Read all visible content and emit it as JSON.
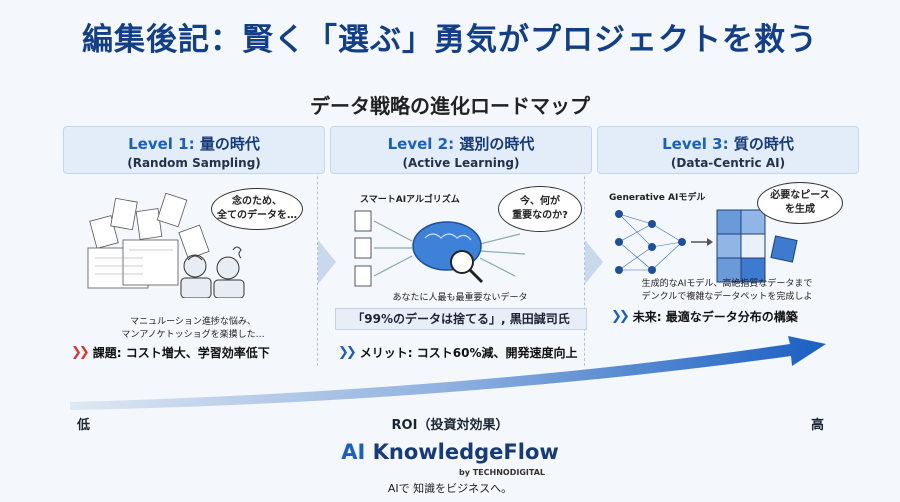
{
  "title": "編集後記：賢く「選ぶ」勇気がプロジェクトを救う",
  "subtitle": "データ戦略の進化ロードマップ",
  "levels": [
    {
      "level": "Level 1:",
      "name": "量の時代",
      "sub": "(Random Sampling)",
      "bubble": [
        "念のため、",
        "全てのデータを…"
      ],
      "desc": [
        "マニュルーション進捗な悩み、",
        "マンアノケトッショグを楽摸した…"
      ],
      "bullet_label": "課題:",
      "bullet_text": "コスト増大、学習効率低下"
    },
    {
      "level": "Level 2:",
      "name": "選別の時代",
      "sub": "(Active Learning)",
      "caption": "スマートAIアルゴリズム",
      "bubble": [
        "今、何が",
        "重要なのか?"
      ],
      "desc": [
        "あなたに人最も最重要ないデータ"
      ],
      "quote": "「99%のデータは捨てる」, 黒田誠司氏",
      "bullet_label": "メリット:",
      "bullet_text": "コスト60%減、開発速度向上"
    },
    {
      "level": "Level 3:",
      "name": "質の時代",
      "sub": "(Data-Centric AI)",
      "caption": "Generative AIモデル",
      "bubble": [
        "必要なピース",
        "を生成"
      ],
      "desc": [
        "生成的なAIモデル、高絶指質なデータまで",
        "デンクルで複雑なデータペットを完成しよ"
      ],
      "bullet_label": "未来:",
      "bullet_text": "最適なデータ分布の構築"
    }
  ],
  "axis": {
    "low": "低",
    "label": "ROI（投資対効果）",
    "high": "高"
  },
  "brand": {
    "name_prefix": "AI",
    "name_rest": " KnowledgeFlow",
    "by": "by TECHNODIGITAL",
    "tagline": "AIで 知識をビジネスへ。"
  },
  "colors": {
    "primary": "#123f86",
    "accent": "#1a5fc2",
    "warning": "#d33333"
  }
}
